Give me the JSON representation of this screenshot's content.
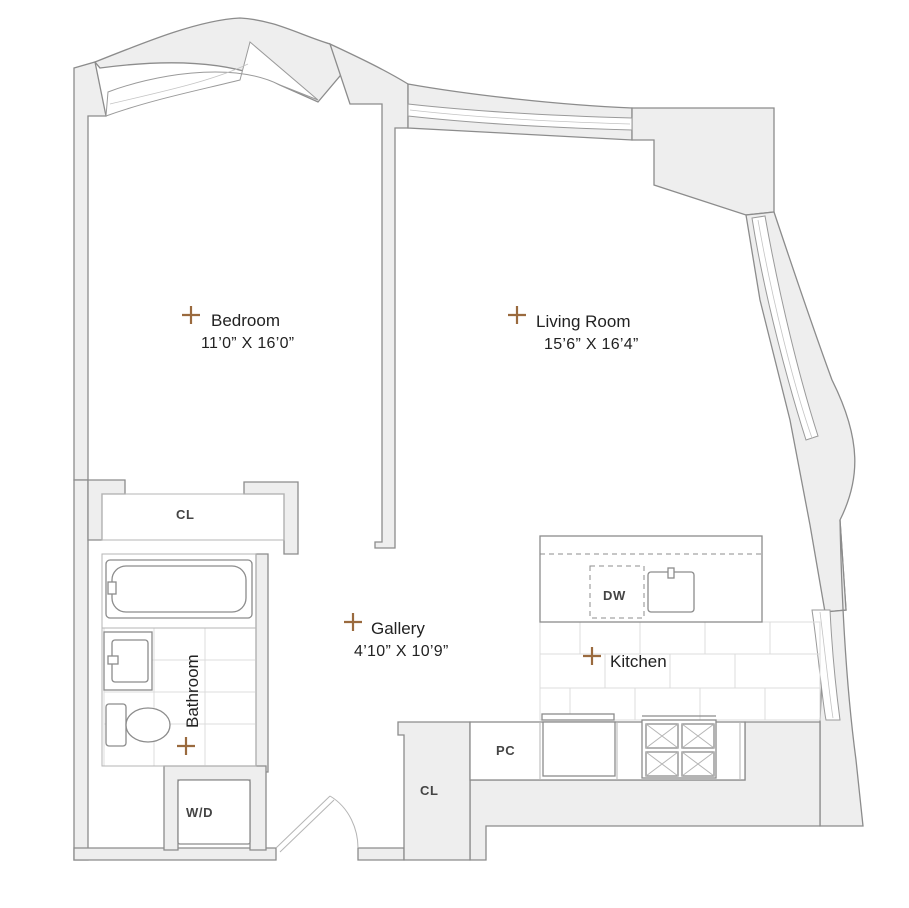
{
  "colors": {
    "accent_marker": "#9a6a3e",
    "wall_fill": "#eeeeee",
    "wall_stroke": "#8c8c8c"
  },
  "rooms": {
    "bedroom": {
      "name": "Bedroom",
      "dims": "11’0” X 16’0”"
    },
    "living": {
      "name": "Living Room",
      "dims": "15’6” X 16’4”"
    },
    "gallery": {
      "name": "Gallery",
      "dims": "4’10” X 10’9”"
    },
    "kitchen": {
      "name": "Kitchen"
    },
    "bathroom": {
      "name": "Bathroom"
    }
  },
  "labels": {
    "closet_bedroom": "CL",
    "closet_entry": "CL",
    "dishwasher": "DW",
    "pantry_closet": "PC",
    "washer_dryer": "W/D"
  },
  "icons": {
    "room_marker": "plus-icon"
  }
}
